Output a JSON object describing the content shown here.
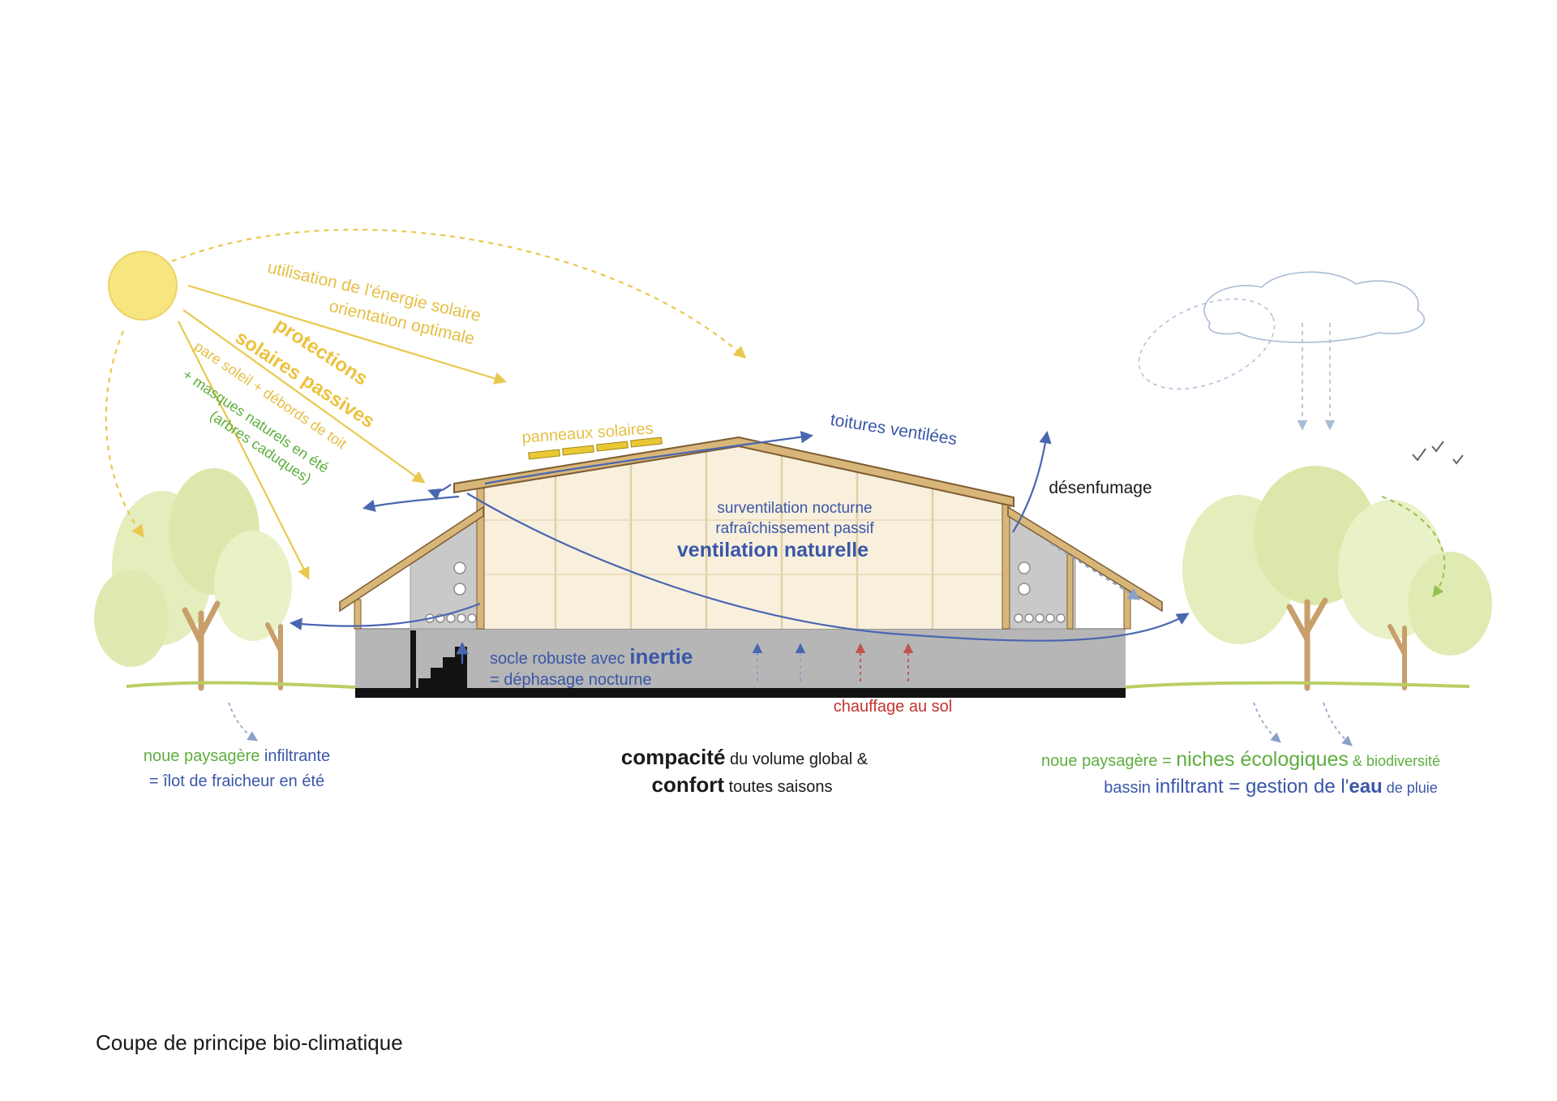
{
  "palette": {
    "solar_yellow": "#e9c84d",
    "text_blue": "#3a57a7",
    "text_green": "#5fae3f",
    "heating_red": "#c4332e",
    "roof_tan": "#d8b679",
    "socle_gray": "#b6b6b6",
    "foliage_green": "#e4edbc",
    "cloud_blue": "#a9bcd6"
  },
  "caption": "Coupe de principe bio-climatique",
  "solar": {
    "energy_line1": "utilisation de l'énergie solaire",
    "energy_line2": "orientation optimale",
    "protections_line1": "protections",
    "protections_line2": "solaires passives",
    "pare_soleil": "pare soleil + débords de toit",
    "masques_line1": "+ masques naturels en été",
    "masques_line2": "(arbres caduques)",
    "panneaux": "panneaux solaires"
  },
  "ventilation": {
    "toitures": "toitures ventilées",
    "desenfumage": "désenfumage",
    "surventilation": "surventilation nocturne",
    "rafraichissement": "rafraîchissement passif",
    "naturelle": "ventilation naturelle"
  },
  "socle": {
    "robuste_prefix": "socle robuste avec ",
    "inertie": "inertie",
    "dephasage": "= déphasage nocturne",
    "chauffage": "chauffage au sol"
  },
  "notes": {
    "left": {
      "green": "noue paysagère",
      "blue": " infiltrante",
      "line2": "= îlot de fraicheur en été"
    },
    "center": {
      "bold1": "compacité",
      "text1": " du volume global &",
      "bold2": "confort",
      "text2": " toutes saisons"
    },
    "right": {
      "green_small": "noue paysagère = ",
      "green_big": "niches écologiques",
      "green_end": " & biodiversité",
      "blue_small": "bassin ",
      "blue_big1": "infiltrant",
      "equals": " = ",
      "blue_big2": "gestion de l'",
      "blue_bold": "eau",
      "blue_end": " de pluie"
    }
  }
}
